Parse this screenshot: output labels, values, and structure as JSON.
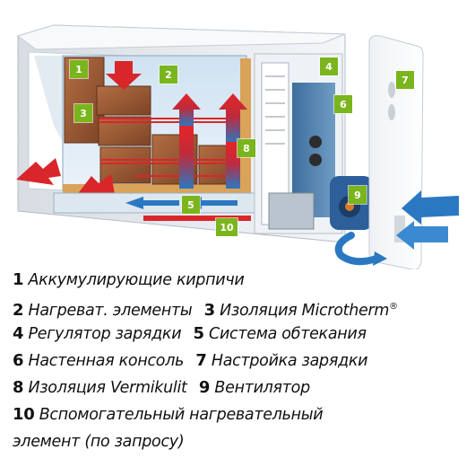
{
  "colors": {
    "callout": "#7ab51d",
    "brick": "#9a5a34",
    "heat_arrow": "#d9262a",
    "air_arrow": "#2a78c2",
    "casing": "#e8ecef"
  },
  "callouts": [
    "1",
    "2",
    "3",
    "4",
    "5",
    "6",
    "7",
    "8",
    "9",
    "10"
  ],
  "legend": {
    "l1": {
      "n": "1",
      "t": "Аккумулирующие кирпичи"
    },
    "l2a": {
      "n": "2",
      "t": "Нагреват. элементы"
    },
    "l2b": {
      "n": "3",
      "t": "Изоляция Microtherm",
      "sup": "®"
    },
    "l3a": {
      "n": "4",
      "t": "Регулятор зарядки"
    },
    "l3b": {
      "n": "5",
      "t": "Система обтекания"
    },
    "l4a": {
      "n": "6",
      "t": "Настенная консоль"
    },
    "l4b": {
      "n": "7",
      "t": "Настройка зарядки"
    },
    "l5a": {
      "n": "8",
      "t": "Изоляция Vermikulit"
    },
    "l5b": {
      "n": "9",
      "t": "Вентилятор"
    },
    "l6": {
      "n": "10",
      "t": "Вспомогательный нагревательный"
    },
    "l7": {
      "t": "элемент (по запросу)"
    }
  }
}
